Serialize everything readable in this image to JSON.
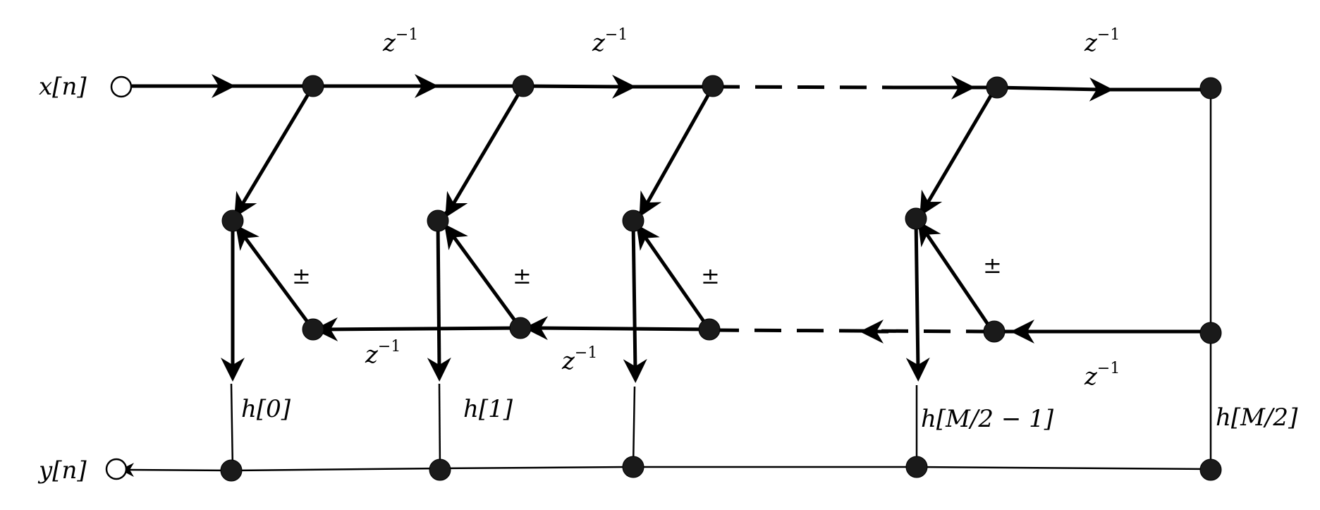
{
  "input_label": "x[n]",
  "output_label": "y[n]",
  "delay_label": "z",
  "delay_exponent": "−1",
  "sign_label": "±",
  "coefficients": [
    "h[0]",
    "h[1]",
    "h[M/2 − 1]",
    "h[M/2]"
  ],
  "colors": {
    "stroke": "#000000",
    "node_fill": "#1a1a1a",
    "terminal_fill": "#ffffff"
  }
}
